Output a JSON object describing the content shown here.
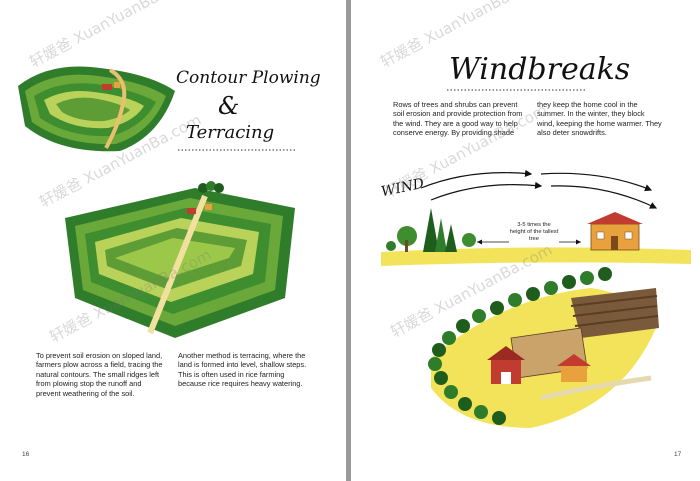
{
  "left_page": {
    "title_line1": "Contour Plowing",
    "title_amp": "&",
    "title_line2": "Terracing",
    "paragraph_contour": "To prevent soil erosion on sloped land, farmers plow across a field, tracing the natural contours. The small ridges left from plowing stop the runoff and prevent weathering of the soil.",
    "paragraph_terracing": "Another method is terracing, where the land is formed into level, shallow steps. This is often used in rice farming because rice requires heavy watering.",
    "page_number": "16"
  },
  "right_page": {
    "title": "Windbreaks",
    "paragraph_1": "Rows of trees and shrubs can prevent soil erosion and provide protection from the wind. They are a good way to help conserve energy. By providing shade",
    "paragraph_2": "they keep the home cool in the summer. In the winter, they block wind, keeping the home warmer. They also deter snowdrifts.",
    "wind_label": "WIND",
    "distance_note": "3-5 times the height of the tallest tree",
    "page_number": "17"
  },
  "watermark": {
    "text": "轩媛爸 XuanYuanBa.com"
  },
  "colors": {
    "field_dark": "#2f7d2a",
    "field_mid": "#6aa83a",
    "field_light": "#b9d35a",
    "soil_yellow": "#f2e35a",
    "barn_red": "#c23b2f",
    "house_orange": "#e8a13c"
  }
}
